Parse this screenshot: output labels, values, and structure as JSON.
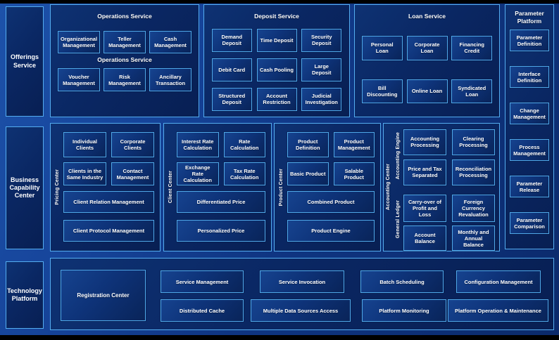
{
  "colors": {
    "accent_border": "#54ADF0",
    "background": "#123C8C",
    "panel_fill": "#0A2763",
    "box_fill": "#0E3379",
    "text": "#FFFFFF"
  },
  "left_labels": {
    "offerings": "Offerings Service",
    "business": "Business Capability Center",
    "technology": "Technology Platform"
  },
  "operations": {
    "title": "Operations Service",
    "mid_title": "Operations Service",
    "row1": [
      "Organizational Management",
      "Teller Management",
      "Cash Management"
    ],
    "row2": [
      "Voucher Management",
      "Risk Management",
      "Ancillary Transaction"
    ]
  },
  "deposit": {
    "title": "Deposit Service",
    "rows": [
      [
        "Demand Deposit",
        "Time Deposit",
        "Security Deposit"
      ],
      [
        "Debit Card",
        "Cash Pooling",
        "Large Deposit"
      ],
      [
        "Structured Deposit",
        "Account Restriction",
        "Judicial Investigation"
      ]
    ]
  },
  "loan": {
    "title": "Loan Service",
    "rows": [
      [
        "Personal Loan",
        "Corporate Loan",
        "Financing Credit"
      ],
      [
        "Bill Discounting",
        "Online Loan",
        "Syndicated Loan"
      ]
    ]
  },
  "parameter_platform": {
    "title": "Parameter Platform",
    "boxes": [
      "Parameter Definition",
      "Interface Definition",
      "Change Management",
      "Process Management",
      "Parameter Release",
      "Parameter Comparison"
    ]
  },
  "pricing_center": {
    "vertical_label": "Pricing Center",
    "grid": [
      "Individual Clients",
      "Corporate Clients",
      "Clients in the Same Industry",
      "Contact Management"
    ],
    "wide": [
      "Client Relation Management",
      "Client Protocol Management"
    ]
  },
  "client_center": {
    "vertical_label": "Client Center",
    "grid": [
      "Interest Rate Calculation",
      "Rate Calculation",
      "Exchange Rate Calculation",
      "Tax Rate Calculation"
    ],
    "wide": [
      "Differentiated Price",
      "Personalized Price"
    ]
  },
  "product_center": {
    "vertical_label": "Product Center",
    "grid": [
      "Product Definition",
      "Product Management",
      "Basic Product",
      "Salable Product"
    ],
    "wide": [
      "Combined Product",
      "Product Engine"
    ]
  },
  "accounting_center": {
    "outer_label": "Accounting Center",
    "engine_label": "Accounting Engine",
    "ledger_label": "General Ledger",
    "engine_boxes": [
      "Accounting Processing",
      "Clearing Processing",
      "Price and Tax Separated",
      "Reconciliation Processing"
    ],
    "ledger_boxes": [
      "Carry-over of Profit and Loss",
      "Foreign Currency Revaluation",
      "Account Balance",
      "Monthly and Annual Balance"
    ]
  },
  "technology": {
    "registration": "Registration Center",
    "row1": [
      "Service Management",
      "Service Invocation",
      "Batch Scheduling",
      "Configuration Management"
    ],
    "row2": [
      "Distributed Cache",
      "Multiple Data Sources Access",
      "Platform Monitoring",
      "Platform Operation & Maintenance"
    ]
  }
}
